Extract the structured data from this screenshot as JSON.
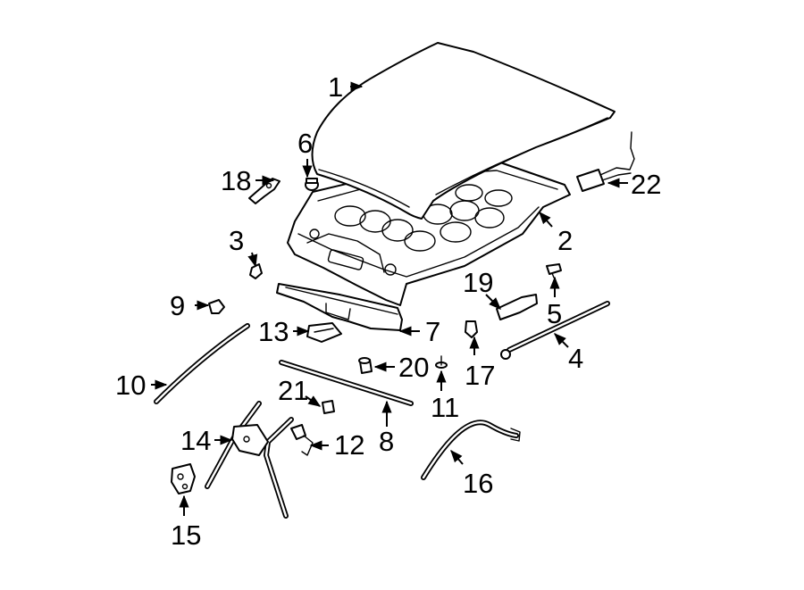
{
  "diagram": {
    "line_color": "#000000",
    "background": "#ffffff",
    "callouts": [
      {
        "id": "c1",
        "label": "1"
      },
      {
        "id": "c2",
        "label": "2"
      },
      {
        "id": "c3",
        "label": "3"
      },
      {
        "id": "c4",
        "label": "4"
      },
      {
        "id": "c5",
        "label": "5"
      },
      {
        "id": "c6",
        "label": "6"
      },
      {
        "id": "c7",
        "label": "7"
      },
      {
        "id": "c8",
        "label": "8"
      },
      {
        "id": "c9",
        "label": "9"
      },
      {
        "id": "c10",
        "label": "10"
      },
      {
        "id": "c11",
        "label": "11"
      },
      {
        "id": "c12",
        "label": "12"
      },
      {
        "id": "c13",
        "label": "13"
      },
      {
        "id": "c14",
        "label": "14"
      },
      {
        "id": "c15",
        "label": "15"
      },
      {
        "id": "c16",
        "label": "16"
      },
      {
        "id": "c17",
        "label": "17"
      },
      {
        "id": "c18",
        "label": "18"
      },
      {
        "id": "c19",
        "label": "19"
      },
      {
        "id": "c20",
        "label": "20"
      },
      {
        "id": "c21",
        "label": "21"
      },
      {
        "id": "c22",
        "label": "22"
      }
    ]
  }
}
